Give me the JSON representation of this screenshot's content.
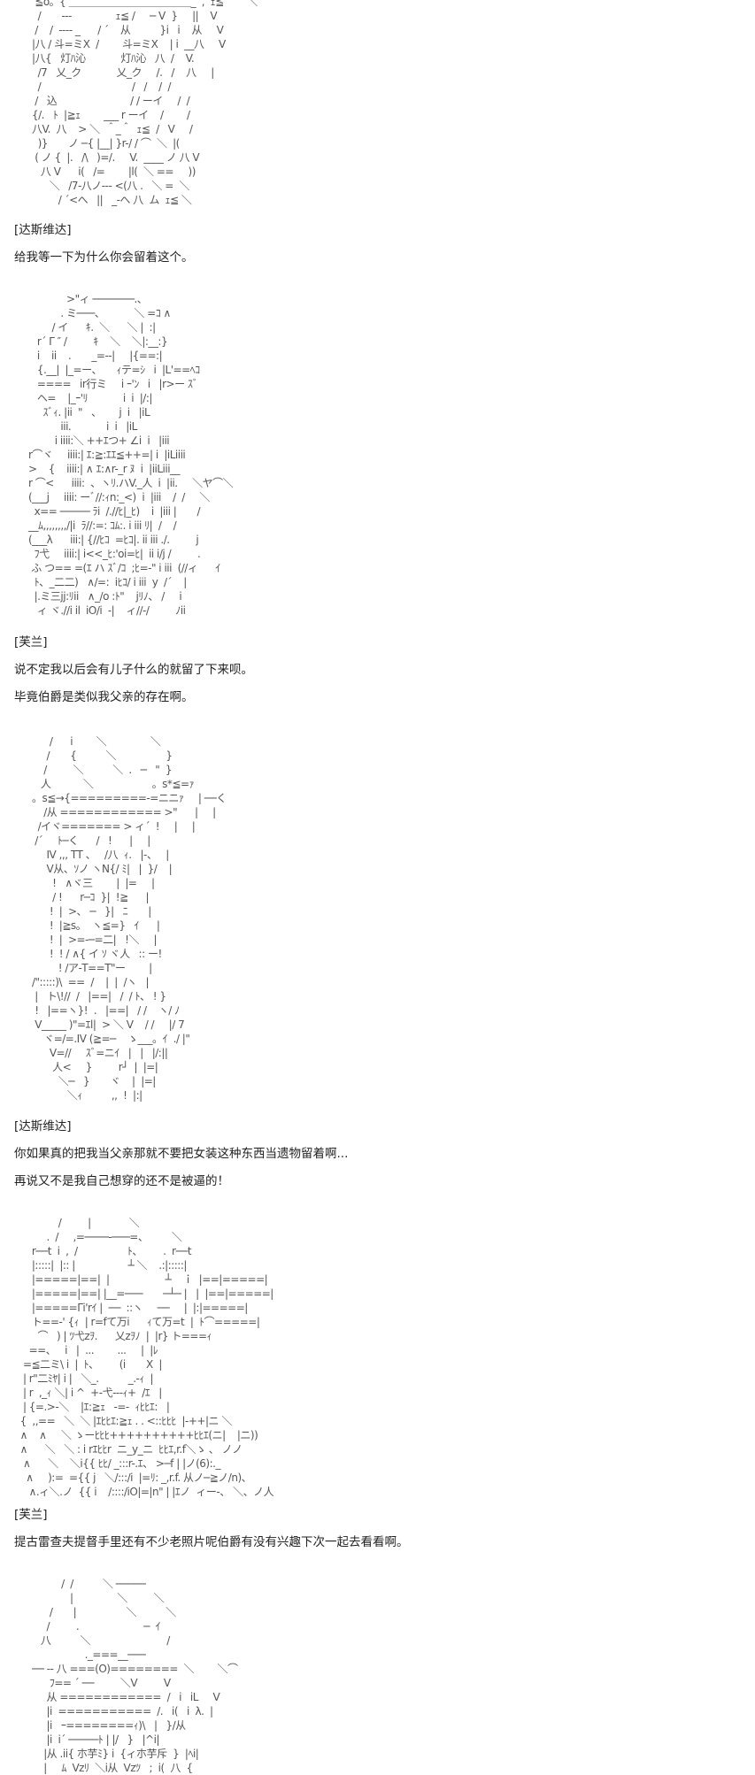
{
  "blocks": [
    {
      "art": "    ≦o。{ ＿＿＿＿＿＿＿＿＿＿＿＿_  ,  ｪ≦        ＼        \n     /       ---               ｪ≦ /     ─ V  }     ||    V\n    /    /  ---- _      / ´    从          }i   i    从     V\n   |八 / 斗=ミX  /        斗=ミX    | i  __八     V\n   |八{   灯ﾊ沁            灯ﾊ沁   八  /    V.\n     /7   乂_ク            乂_ク     /.   /    八     |\n     /                               /   /    /  /\n    /   込                         / / ーイ     /  /\n   {/.   ﾄ  |≧ｪ        ___ r ーイ    /        /\n   八V.  八    > ＼  ＾_＾  ｪ≦  /   V     /\n     )}       ノ ─{ |__| }r-/ / ⌒  ＼  |(\n    ( ノ {  |.   /\\   )=/.     V.  ____ ノ 八 V\n      八 V      i(   /=        |l(  ＼ ==     ))\n         ＼   /7-八ノ--- <(八 .   ＼ =  ＼\n            / ´<へ   ||   _-へ 八  ム  ｪ≦ ＼"
    },
    {
      "speaker": "[达斯维达]",
      "lines": [
        "给我等一下为什么你会留着这个。"
      ],
      "art": "                >\"ィ ───────.、\n              . ミ───、          ＼ =ｺ ∧\n           / イ      ｷ.  ＼      ＼ |  :|\n      r´ Γ ″ /         ｷ    ＼    ＼|:__:}\n      i    ii    .       _=--|     |{==:|\n      {.__|  |_=ー、     ｨテ=ｼ   i  |L'==ﾍｺ\n      ====   ir行ミ     i ｰ'ﾝ   i   |r>ー ｽﾞ\n      ヘ=    |_ｰ'ﾘ            i  i  |/:|\n        ｽﾞｨ. |ii  \"   、      j  i   |iL\n              iii.            i  i   |iL\n            i iiii:＼ ++ｴつ+ ∠i  i   |iii\n   r⌒ヾ     iiii:| ｴ:≧:ｴｴ≦++=| i  |iLiiii\n   >    {    iiii:| ∧ ｴ:∧r-_r ﾇ  i  |iiLiii__\n   r ⌒<      iiii:  、ヽﾘ.ハV._人  i  |ii.     ＼ヤ⌒＼\n   (___j     iiii: ーﾞ//:ｨn:_<)  i  |iii    /  /     ＼\n     x== ───── ﾗi  /.//ﾋ|_ﾋ)    i  |iii |       /\n   __ﾑ,,,,,,,,/|i  ﾗ//:=: ｺﾑ:. i iii ﾘ|  /    /\n   (___λ      iii:| {//ﾋｺ  =ﾋｺ|. ii iii ./.         j\n     ﾌ弋     iiii:| i<<_ﾋ:'oi=ﾋ|  ii i/j /         .\n    ふ つ== =(ｴ ハ ｽﾞ/ｺ  ;ﾋ=-\" i iii  (//ィ      ｲ\n     ﾄ、_二二)   ∧/=:  iﾋｺ/ i iii  y  /´    |\n     |.ミ三jj:ﾘii   ∧_/o :ﾄ\"    jﾘﾉ、 /     i\n      ィ ヾ.//i il  iO/i  -|    ィ//-/         ﾉii"
    },
    {
      "speaker": "[芙兰]",
      "lines": [
        "说不定我以后会有儿子什么的就留了下来呗。",
        "毕竟伯爵是类似我父亲的存在啊。"
      ],
      "art": "         /      i        ＼               ＼\n        /       {          ＼                 }\n       /         ＼          ＼  .   ─   \"  }\n      人           ＼                    。s*≦=ｧ\n   。s≦→{=========-=ニニｧ     | ──く\n       /从 ============ >\"      |     |\n     /イヾ======= > ィ´  !     |     |\n    /´     ﾄ─く      /   !      |     |\n        IV ,,, TT 、   /八  ｨ.   |-、   |\n        V从、ｿノ ヽN{/ ﾐ|   |  }/    |\n          !   ∧ヾ三        |  |=     |\n          / !      r─ｺ  }|  !≧      |\n         !  |  >、 ─   }|   ﾆ       |\n         !  |≧s。  ヽ≦=}   ｲ      |\n         !  |  >=-─=二|   !＼     |\n         !  ! / ∧{ イ ｿ ヾ人   :: ー!\n            ! /ア-T==T\"ー        |\n   /\":::::)\\  ==  /    |  |  /ヽ   |\n    |   ト\\!//  /   |==|   /  / ﾄ、 ! }\n    !   |==ヽ}!  .   |==|   / /    ヽ/ ﾉ\n    V_____ )\"=ｴl|  > ＼ V    / /     |/ 7\n       ヾ=/=.IV (≧=─    ゝ___。ｲ  ./ |\"\n         V=//     ｽﾞ=ニｲ   |   |   |/:||\n          人<     }         r┘  |  |=|\n            ＼─   }       ヾ    |  |=|\n               ＼ｨ          ,,  !  |:|"
    },
    {
      "speaker": "[达斯维达]",
      "lines": [
        "你如果真的把我当父亲那就不要把女装这种东西当遗物留着啊...",
        "再说又不是我自己想穿的还不是被逼的！"
      ],
      "art": "               /         |             ＼\n           .  /     ,=────-───=、        ＼\n      r──t  i  ,  /                 ﾄ、       .  r──t\n      |:::::|  |:: |                  ┴ ＼    .:|:::::|\n      |=====|==|  |                   ┴    ｉ  |==|=====|\n      |=====|==| |__=───       ─┴─ |   |  |==|=====|\n      |=====Γi'rｲ |  ──  ::ヽ     ──     |  |:|=====|\n      ト==-' {ｨ  | r=fて万i      ｨて万=t  |  ﾄ⌒=====|\n        ⌒   ) | ﾂ弋zｦ.      乂zｦﾉ  |  |r} ト===ｨ\n     ==、   i   |  ...        ...     |  |ﾚ\n   =≦二ミ\\ i  |  ﾄ、       (i       X  |\n   | r\"二ﾐﾔ| i |   ＼_.          _.-ｨ  |\n   | r  ,_ｨ ＼| i ^  +-弋---ｨ+  /ｴ   |\n   | {=.>-＼    |ｴ:≧ｪ   -=-  ｨﾋﾋｴ:   |\n  {  ,,==   ＼  ＼ |ｴﾋﾋｴ:≧ｪ . . <::ﾋﾋﾋ  |-++|ニ ＼\n  ∧    ∧     ＼ ゝーﾋﾋﾋ++++++++++ﾋﾋｴ(ニ|    |ニ))\n  ∧      ＼   ＼ : i rｴﾋﾋr  ニ_y_ニ  ﾋﾋｴ,r.f＼ゝ 、 ノノ\n   ∧      ＼    ＼i{{ ﾋﾋ/ _:::r-.ｴ、 >─f | |ノ(6):._\n    ∧     ):=  ={{ j   ＼/:::/i  |=ﾘ: _,r.f. 从ノ─≧ノ/n)、\n     ∧.ィ＼.ノ  {{ i    /::::/iO|=|n\" | |ｴノ  ィー‐、 ＼、ノ人"
    },
    {
      "speaker": "[芙兰]",
      "lines": [
        "提古雷查夫提督手里还有不少老照片呢伯爵有没有兴趣下次一起去看看啊。"
      ],
      "art": "             /  /          ＼ ─────\n                |               ＼         ＼\n         /       |                 ＼          ＼\n        /         .                      ─  ｲ\n      八          ＼                          /\n                     ._===__───\n   ── -- 八 ===(O)========  ＼        ＼⌒\n         ﾌ== ´ ──         ＼V         V\n        从 ============  /   i   iL     V\n        |i  ===========  /.   i(   i  λ.  |\n        |i   ｰ========ｨ)\\   |   }/从\n        |i  i´ ─────ﾄ | |/   }   |^i|\n       |从 .ii{ 朩芋ﾐ} i  {ィ朩芋斥  }  |ﾍi|\n       |     ﾑ  Vzﾘ  ＼i从  Vzﾂ   ;  i(  八  {"
    }
  ]
}
